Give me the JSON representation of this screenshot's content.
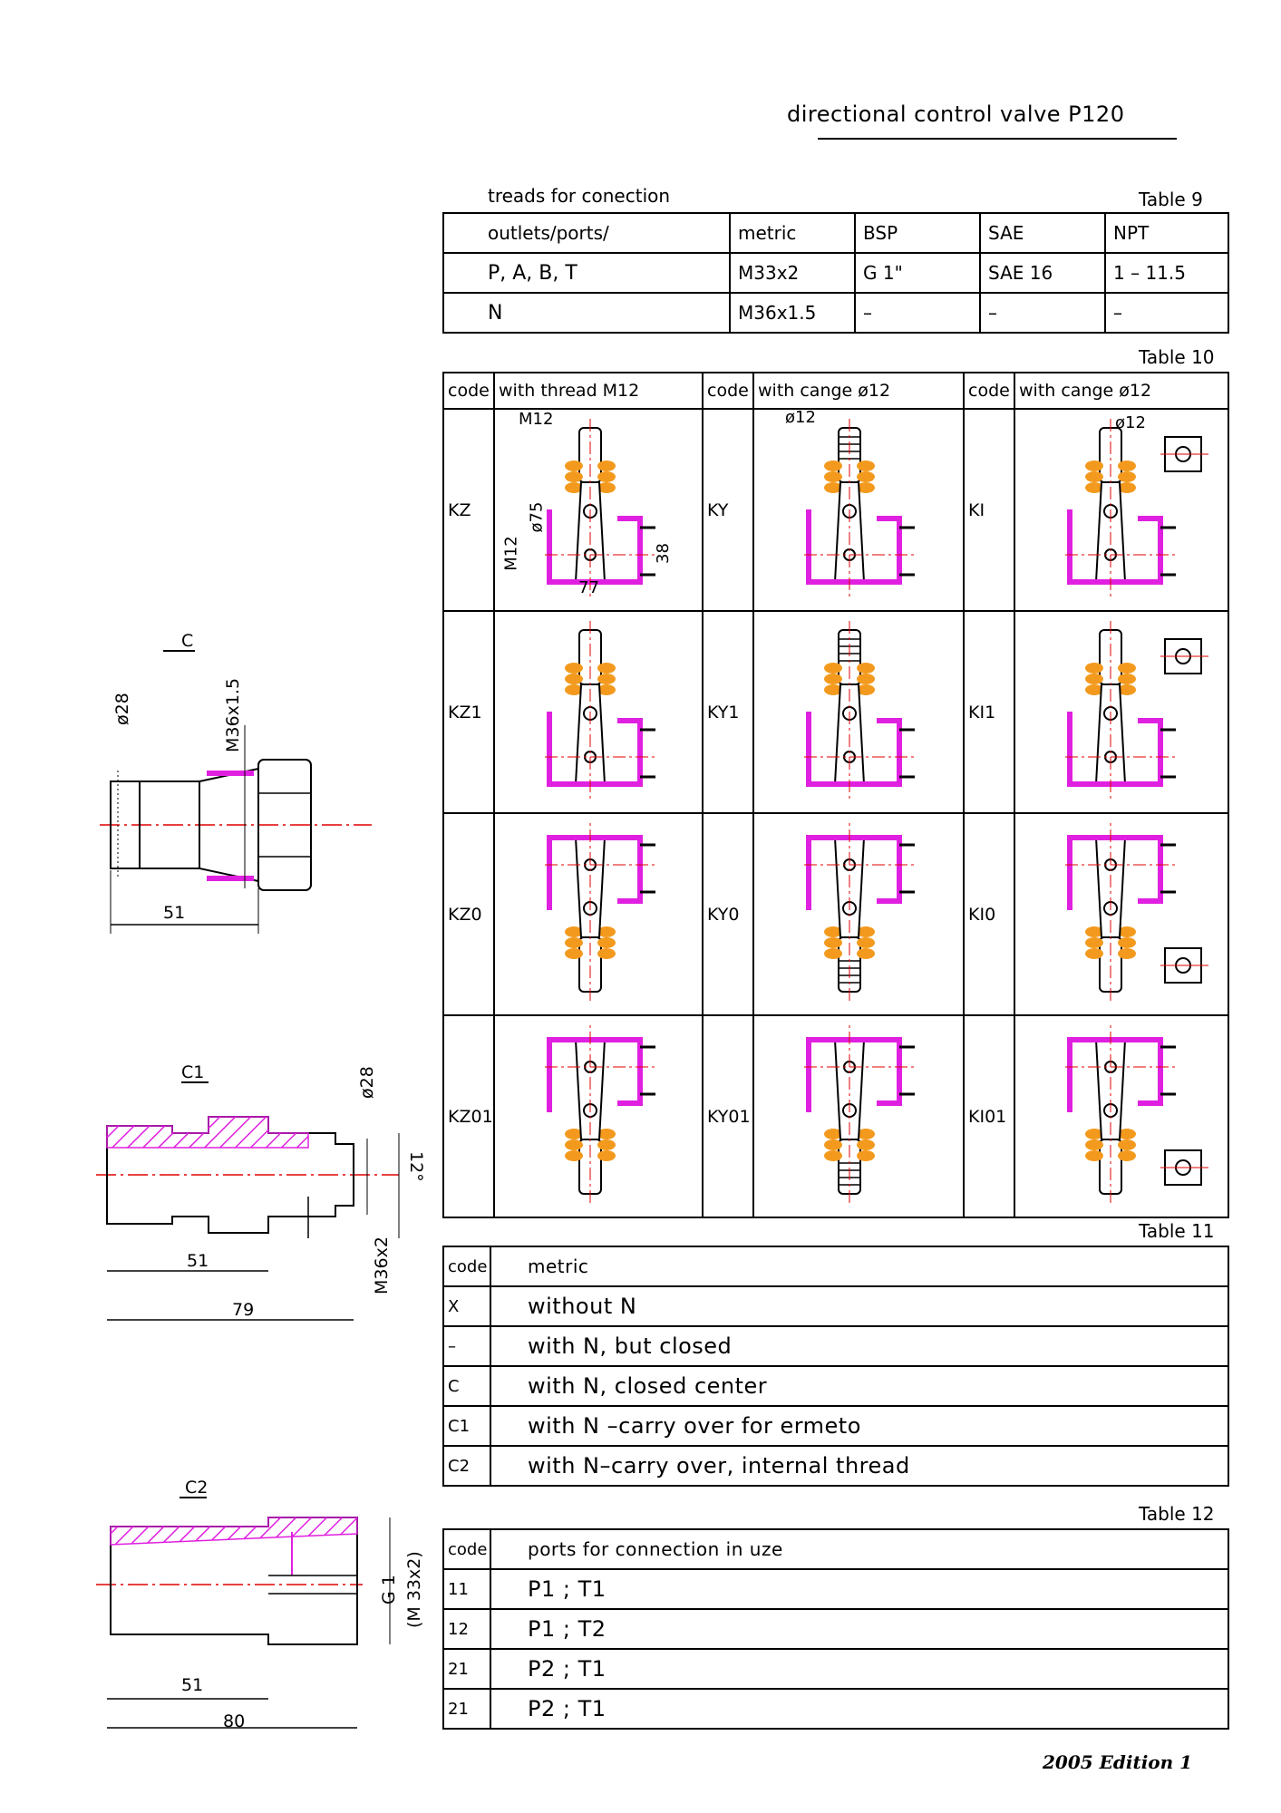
{
  "title": "directional control valve P120",
  "footer": "2005   Edition  1",
  "table9": {
    "caption": "treads for conection",
    "label": "Table 9",
    "headers": [
      "outlets/ports/",
      "metric",
      "BSP",
      "SAE",
      "NPT"
    ],
    "rows": [
      [
        "P,  A,  B,  T",
        "M33x2",
        "G 1\"",
        "SAE 16",
        "1 – 11.5"
      ],
      [
        "N",
        "M36x1.5",
        "–",
        "–",
        "–"
      ]
    ]
  },
  "table10": {
    "label": "Table 10",
    "headers": [
      "code",
      "with  thread  M12",
      "code",
      "with  cange  ø12",
      "code",
      "with  cange  ø12"
    ],
    "rows": [
      [
        "KZ",
        "KY",
        "KI"
      ],
      [
        "KZ1",
        "KY1",
        "KI1"
      ],
      [
        "KZ0",
        "KY0",
        "KI0"
      ],
      [
        "KZ01",
        "KY01",
        "KI01"
      ]
    ],
    "dims": {
      "m12_top": "M12",
      "d75": "ø75",
      "m12_side": "M12",
      "d38": "38",
      "d77": "77",
      "d12a": "ø12",
      "d12b": "ø12"
    }
  },
  "table11": {
    "label": "Table 11",
    "headers": [
      "code",
      "metric"
    ],
    "rows": [
      [
        "X",
        "without  N"
      ],
      [
        "–",
        "with  N,  but  closed"
      ],
      [
        "C",
        "with  N,   closed  center"
      ],
      [
        "C1",
        "with  N  –carry  over  for  ermeto"
      ],
      [
        "C2",
        "with  N–carry  over,  internal  thread"
      ]
    ]
  },
  "table12": {
    "label": "Table 12",
    "headers": [
      "code",
      "ports  for  connection  in  uze"
    ],
    "rows": [
      [
        "11",
        "P1  ;  T1"
      ],
      [
        "12",
        "P1  ;  T2"
      ],
      [
        "21",
        "P2  ;  T1"
      ],
      [
        "21",
        "P2  ;  T1"
      ]
    ]
  },
  "drawings": {
    "c": {
      "label": "C",
      "d28": "ø28",
      "m36": "M36x1.5",
      "len": "51"
    },
    "c1": {
      "label": "C1",
      "d28": "ø28",
      "ang": "12°",
      "m36": "M36x2",
      "len1": "51",
      "len2": "79"
    },
    "c2": {
      "label": "C2",
      "g1": "G 1",
      "m33": "(M 33x2)",
      "len1": "51",
      "len2": "80"
    }
  },
  "colors": {
    "magenta": "#e020e0",
    "orange": "#f39a1e",
    "red": "#e00000"
  }
}
